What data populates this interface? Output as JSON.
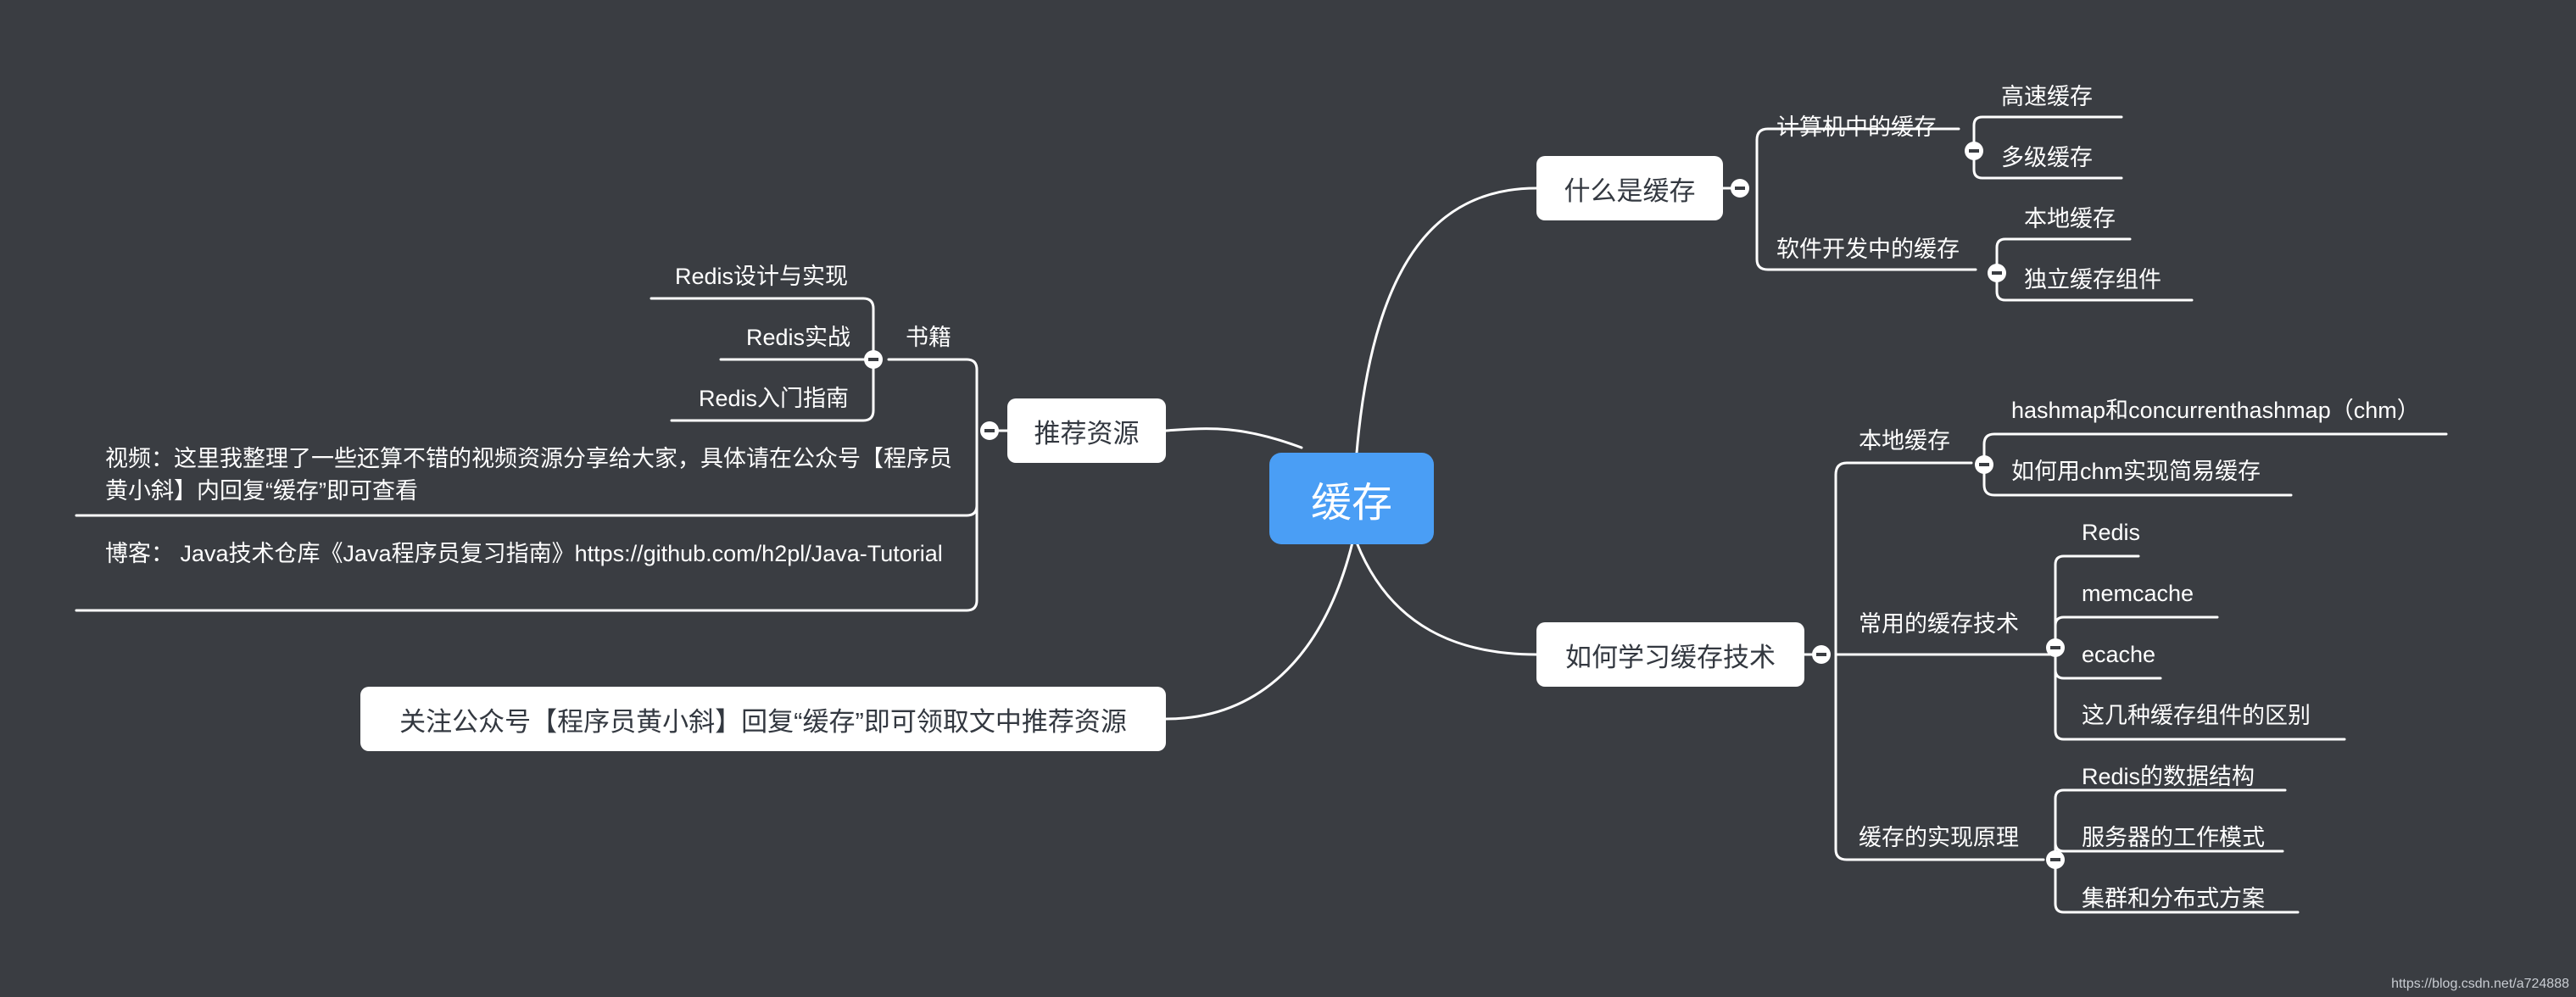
{
  "root": "缓存",
  "what": {
    "title": "什么是缓存",
    "computer": {
      "label": "计算机中的缓存",
      "items": [
        "高速缓存",
        "多级缓存"
      ]
    },
    "software": {
      "label": "软件开发中的缓存",
      "items": [
        "本地缓存",
        "独立缓存组件"
      ]
    }
  },
  "howto": {
    "title": "如何学习缓存技术",
    "local": {
      "label": "本地缓存",
      "items": [
        "hashmap和concurrenthashmap（chm）",
        "如何用chm实现简易缓存"
      ]
    },
    "common": {
      "label": "常用的缓存技术",
      "items": [
        "Redis",
        "memcache",
        "ecache",
        "这几种缓存组件的区别"
      ]
    },
    "principle": {
      "label": "缓存的实现原理",
      "items": [
        "Redis的数据结构",
        "服务器的工作模式",
        "集群和分布式方案"
      ]
    }
  },
  "resources": {
    "title": "推荐资源",
    "books": {
      "label": "书籍",
      "items": [
        "Redis设计与实现",
        "Redis实战",
        "Redis入门指南"
      ]
    },
    "video": "视频：这里我整理了一些还算不错的视频资源分享给大家，具体请在公众号【程序员黄小斜】内回复“缓存”即可查看",
    "blog": "博客： Java技术仓库《Java程序员复习指南》https://github.com/h2pl/Java-Tutorial"
  },
  "follow": "关注公众号【程序员黄小斜】回复“缓存”即可领取文中推荐资源",
  "watermark": "https://blog.csdn.net/a724888"
}
